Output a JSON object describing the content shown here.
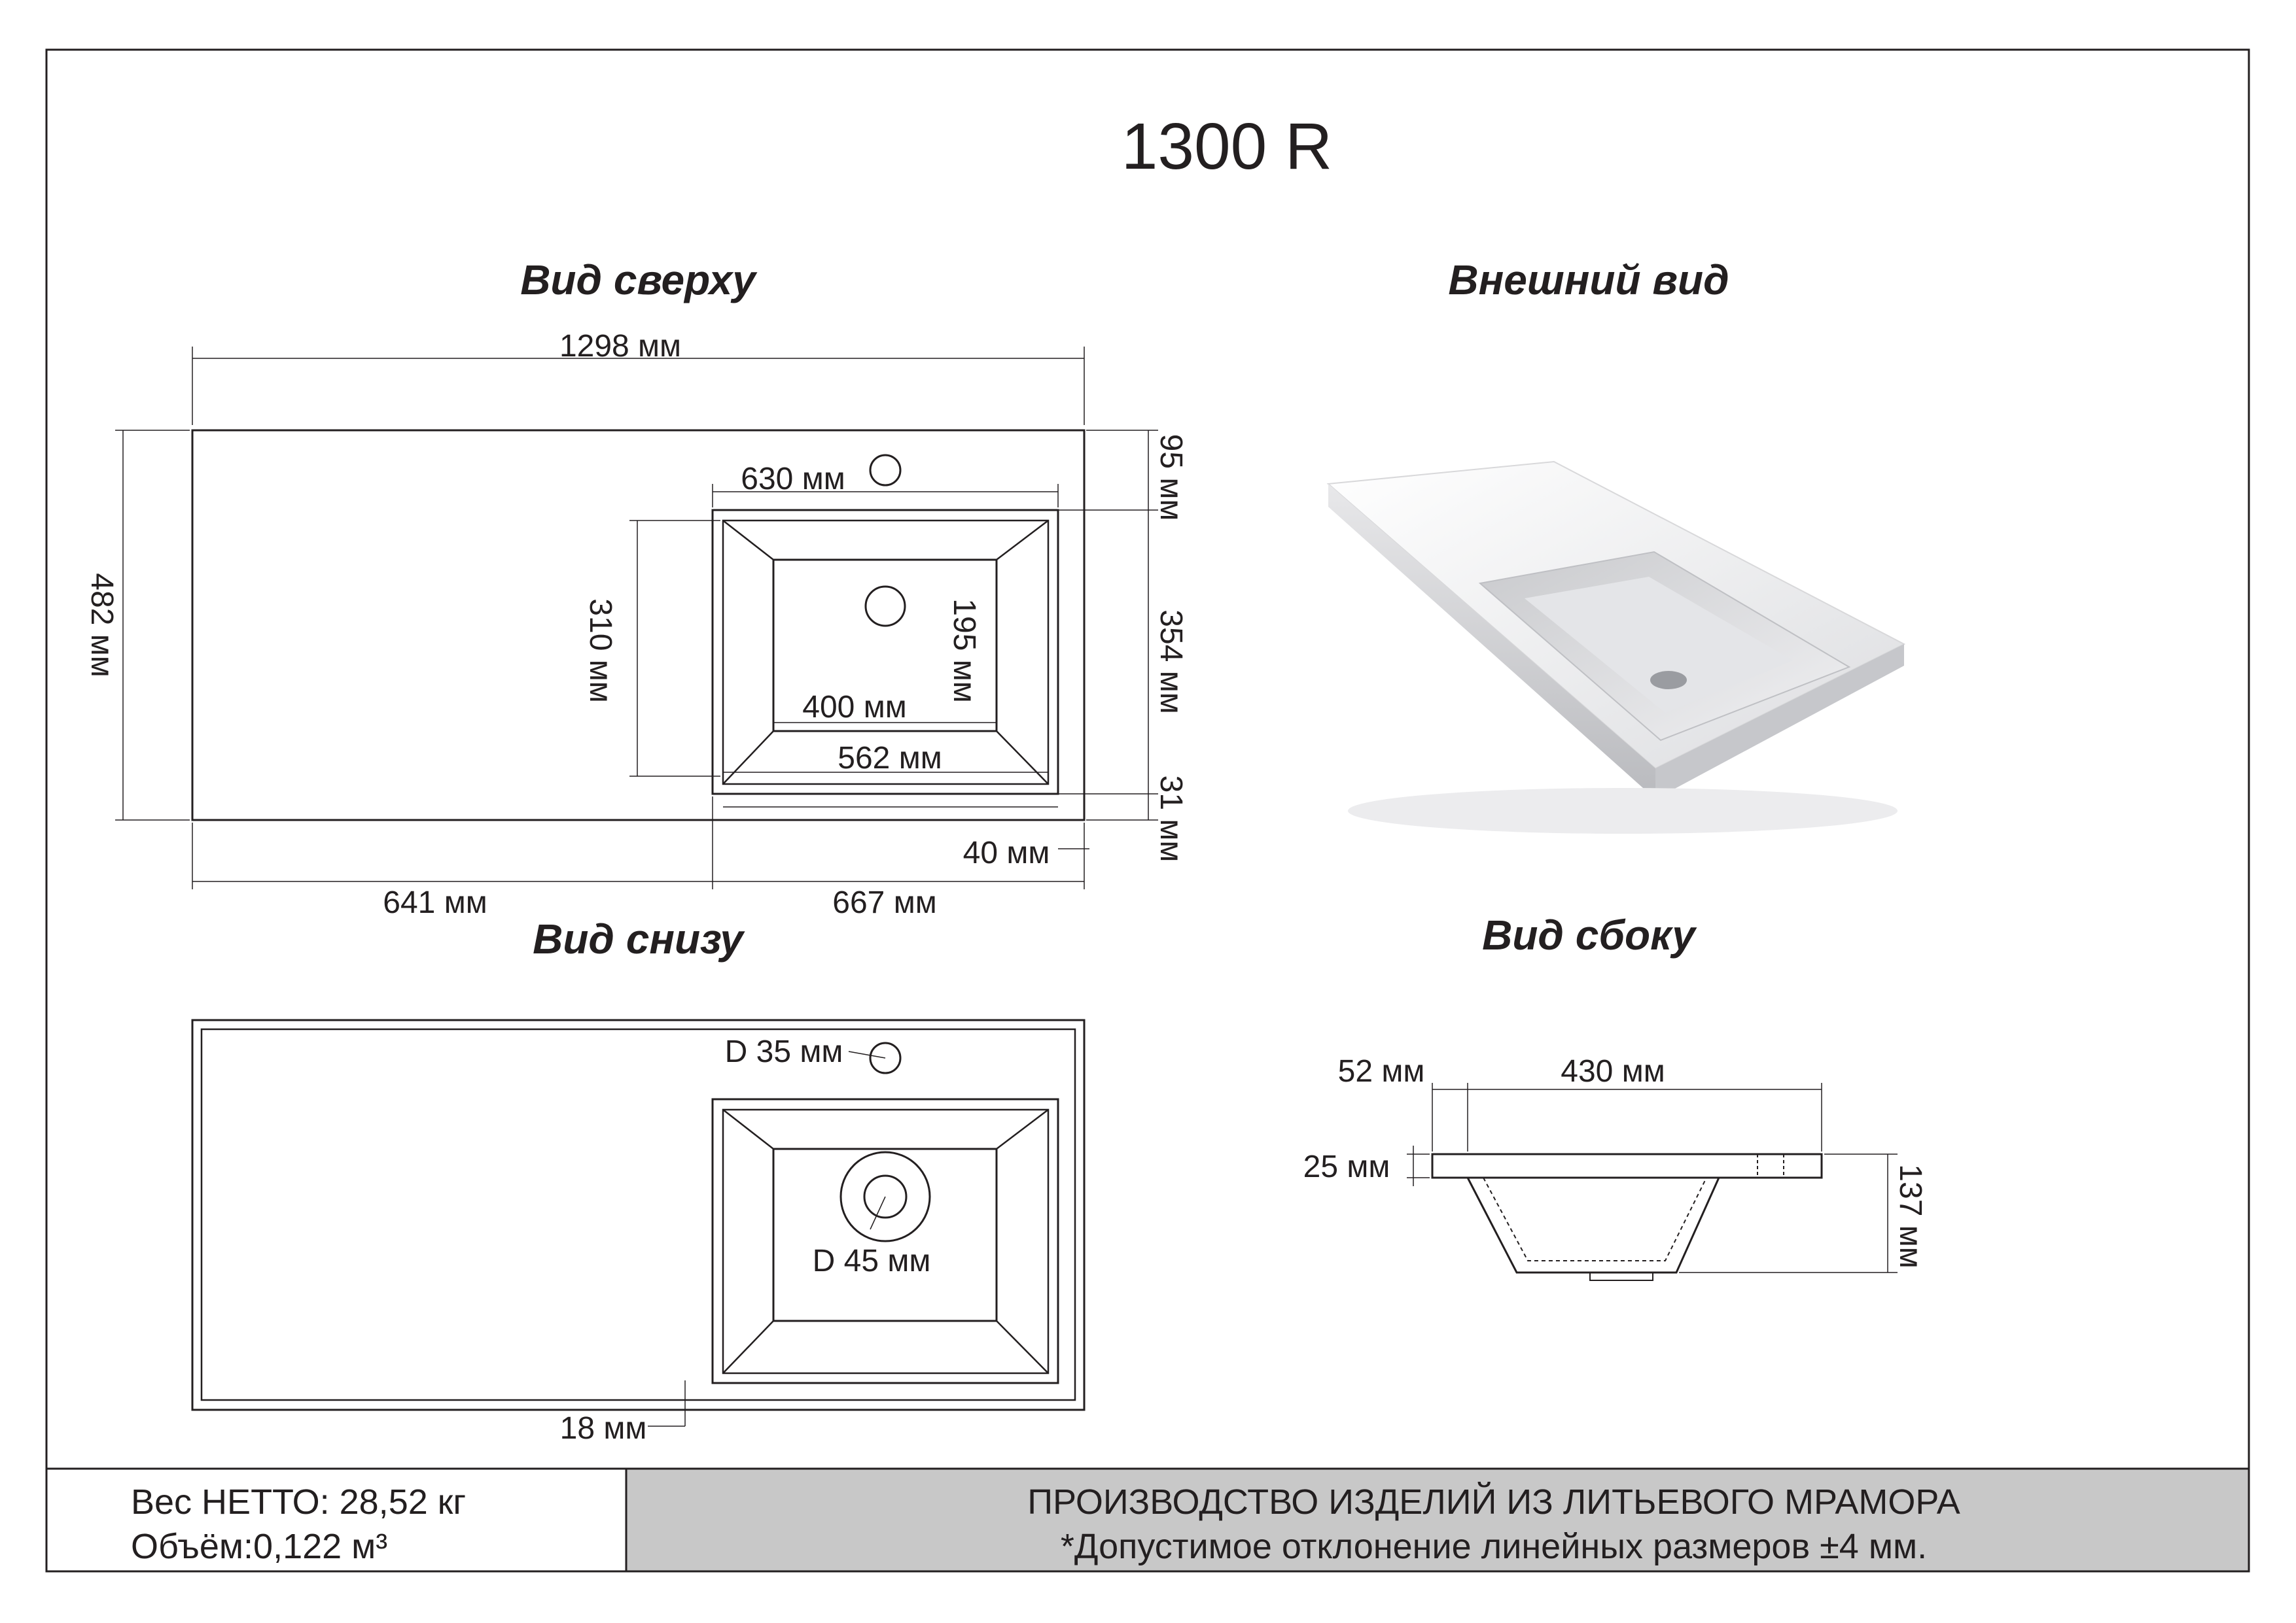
{
  "title": "1300 R",
  "sections": {
    "top": "Вид сверху",
    "exterior": "Внешний вид",
    "bottom": "Вид снизу",
    "side": "Вид сбоку"
  },
  "top_view": {
    "overall_width": "1298 мм",
    "overall_depth": "482 мм",
    "bowl_outer_width": "630 мм",
    "back_edge": "95 мм",
    "bowl_outer_depth": "310 мм",
    "bowl_inner_depth": "195 мм",
    "bowl_side_depth": "354 мм",
    "bowl_inner_width": "400 мм",
    "bowl_mid_width": "562 мм",
    "front_edge": "31 мм",
    "right_edge": "40 мм",
    "left_part": "641 мм",
    "right_part": "667 мм"
  },
  "bottom_view": {
    "tap_hole": "D 35 мм",
    "drain_hole": "D 45 мм",
    "rim": "18 мм"
  },
  "side_view": {
    "offset": "52 мм",
    "bowl_length": "430 мм",
    "slab_thickness": "25 мм",
    "total_height": "137 мм"
  },
  "footer": {
    "weight": "Вес НЕТТО: 28,52 кг",
    "volume": "Объём:0,122 м³",
    "company": "ПРОИЗВОДСТВО ИЗДЕЛИЙ ИЗ ЛИТЬЕВОГО МРАМОРА",
    "tolerance": "*Допустимое отклонение линейных размеров ±4 мм."
  },
  "colors": {
    "line": "#231f20",
    "footer_fill": "#c8c8c8"
  }
}
